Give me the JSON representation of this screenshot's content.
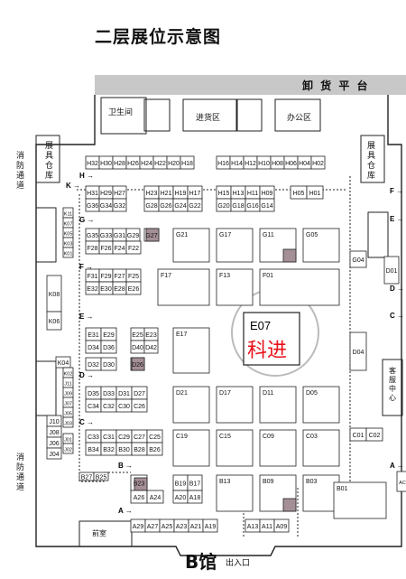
{
  "title": "二层展位示意图",
  "hall_name": "B馆",
  "entrance": "出入口",
  "platform": "卸 货 平 台",
  "rooms": {
    "restroom": "卫生间",
    "goods_entry": "进货区",
    "office": "办公区"
  },
  "storage_left": "展具仓库",
  "storage_right": "展具仓库",
  "fire_left_top": "消防通道",
  "fire_left_bottom": "消防通道",
  "service": "客服中心",
  "front": "前室",
  "highlight": {
    "code": "E07",
    "name": "科进"
  },
  "colors": {
    "line": "#222222",
    "booth_gray": "#a58f96",
    "platform": "#c8c8c8",
    "highlight": "#e8121a"
  },
  "aisles": [
    "K",
    "H",
    "G",
    "F",
    "E",
    "D",
    "C",
    "B",
    "A",
    "F",
    "E",
    "D",
    "C",
    "A"
  ],
  "booths": [
    "H32",
    "H30",
    "H28",
    "H26",
    "H24",
    "H22",
    "H20",
    "H18",
    "H16",
    "H14",
    "H12",
    "H10",
    "H08",
    "H06",
    "H04",
    "H02",
    "H31",
    "H29",
    "H27",
    "H23",
    "H21",
    "H19",
    "H17",
    "H15",
    "H13",
    "H11",
    "H09",
    "H05",
    "H01",
    "G36",
    "G34",
    "G32",
    "G28",
    "G26",
    "G24",
    "G22",
    "G20",
    "G18",
    "G16",
    "G14",
    "G35",
    "G33",
    "G31",
    "G29",
    "G27",
    "G21",
    "G17",
    "G11",
    "G05",
    "G04",
    "F28",
    "F26",
    "F24",
    "F22",
    "F31",
    "F29",
    "F27",
    "F25",
    "F17",
    "F13",
    "F01",
    "D01",
    "E32",
    "E30",
    "E28",
    "E26",
    "E31",
    "E29",
    "E25",
    "E23",
    "E17",
    "D04",
    "D34",
    "D36",
    "D40",
    "D42",
    "D32",
    "D30",
    "D26",
    "D35",
    "D33",
    "D31",
    "D27",
    "D21",
    "D17",
    "D11",
    "D05",
    "C34",
    "C32",
    "C30",
    "C26",
    "C33",
    "C31",
    "C29",
    "C27",
    "C25",
    "C19",
    "C15",
    "C09",
    "C03",
    "C01",
    "C02",
    "B34",
    "B32",
    "B30",
    "B28",
    "B26",
    "B27",
    "B25",
    "B23",
    "B19",
    "B17",
    "B13",
    "B09",
    "B03",
    "B01",
    "A26",
    "A24",
    "A20",
    "A18",
    "A29",
    "A27",
    "A25",
    "A23",
    "A21",
    "A19",
    "A13",
    "A11",
    "A09",
    "AC",
    "K11",
    "K07",
    "K05",
    "K03",
    "K01",
    "K08",
    "K06",
    "K04",
    "K02",
    "J11",
    "J09",
    "J07",
    "J05",
    "J03",
    "J01",
    "J10",
    "J08",
    "J06",
    "J04",
    "J02"
  ]
}
